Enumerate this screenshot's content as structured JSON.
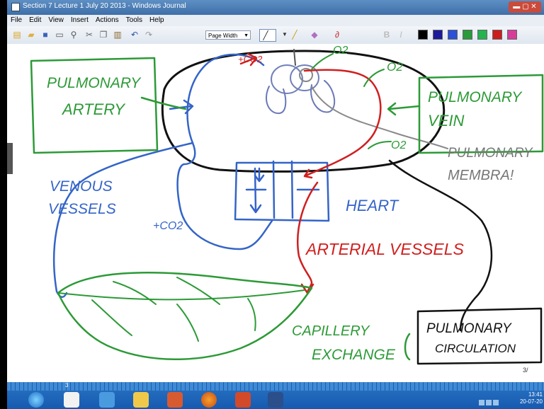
{
  "window": {
    "title": "Section 7 Lecture 1 July 20 2013 - Windows Journal",
    "controls": "▬ ▢ ✕"
  },
  "menu": {
    "items": [
      "File",
      "Edit",
      "View",
      "Insert",
      "Actions",
      "Tools",
      "Help"
    ]
  },
  "toolbar": {
    "zoom_value": "Page Width",
    "swatch_colors": [
      "#000000",
      "#1b1b99",
      "#2b4fd6",
      "#2a9a3a",
      "#23b34f",
      "#cc1c1c",
      "#d83c9a"
    ]
  },
  "notes": {
    "labels": {
      "pulmonary_artery_1": "PULMONARY",
      "pulmonary_artery_2": "ARTERY",
      "pulmonary_vein_1": "PULMONARY",
      "pulmonary_vein_2": "VEIN",
      "pulmonary_membrane_1": "PULMONARY",
      "pulmonary_membrane_2": "MEMBRA!",
      "venous_1": "VENOUS",
      "venous_2": "VESSELS",
      "heart": "HEART",
      "arterial": "ARTERIAL VESSELS",
      "capillery_1": "CAPILLERY",
      "capillery_2": "EXCHANGE",
      "pulmonary_circ_1": "PULMONARY",
      "pulmonary_circ_2": "CIRCULATION",
      "co2_top": "+CO2",
      "co2_left": "+CO2",
      "o2_top": "O2",
      "o2_upper_right": "O2",
      "o2_mid_right": "O2"
    },
    "page_number": "3/"
  },
  "taskbar": {
    "page_indicator": "3",
    "time": "13:41",
    "date": "20-07-20"
  }
}
